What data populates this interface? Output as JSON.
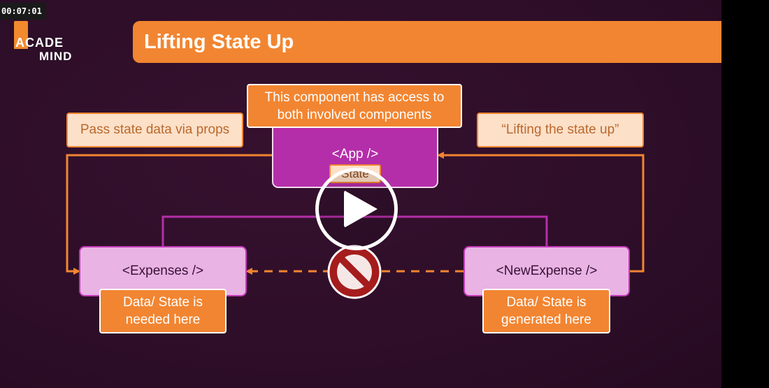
{
  "video": {
    "timestamp": "00:07:01"
  },
  "logo": {
    "line1": "ACADE",
    "line2": "MIND"
  },
  "slide": {
    "title": "Lifting State Up"
  },
  "diagram": {
    "app_note": "This component has access to\nboth involved components",
    "app_label": "<App />",
    "state_label": "State",
    "left_note": "Pass state data via props",
    "right_note": "“Lifting the state up”",
    "expenses_label": "<Expenses />",
    "new_expense_label": "<NewExpense />",
    "expenses_note": "Data/ State is\nneeded here",
    "new_expense_note": "Data/ State is\ngenerated here"
  },
  "player": {
    "play_icon": "play-icon",
    "blocked_icon": "no-entry-icon"
  },
  "colors": {
    "accent": "#f28531",
    "background": "#2c0d27",
    "app_purple": "#b52ea9",
    "component_pink": "#e9b3e4",
    "blocked_red": "#a51c1c"
  }
}
